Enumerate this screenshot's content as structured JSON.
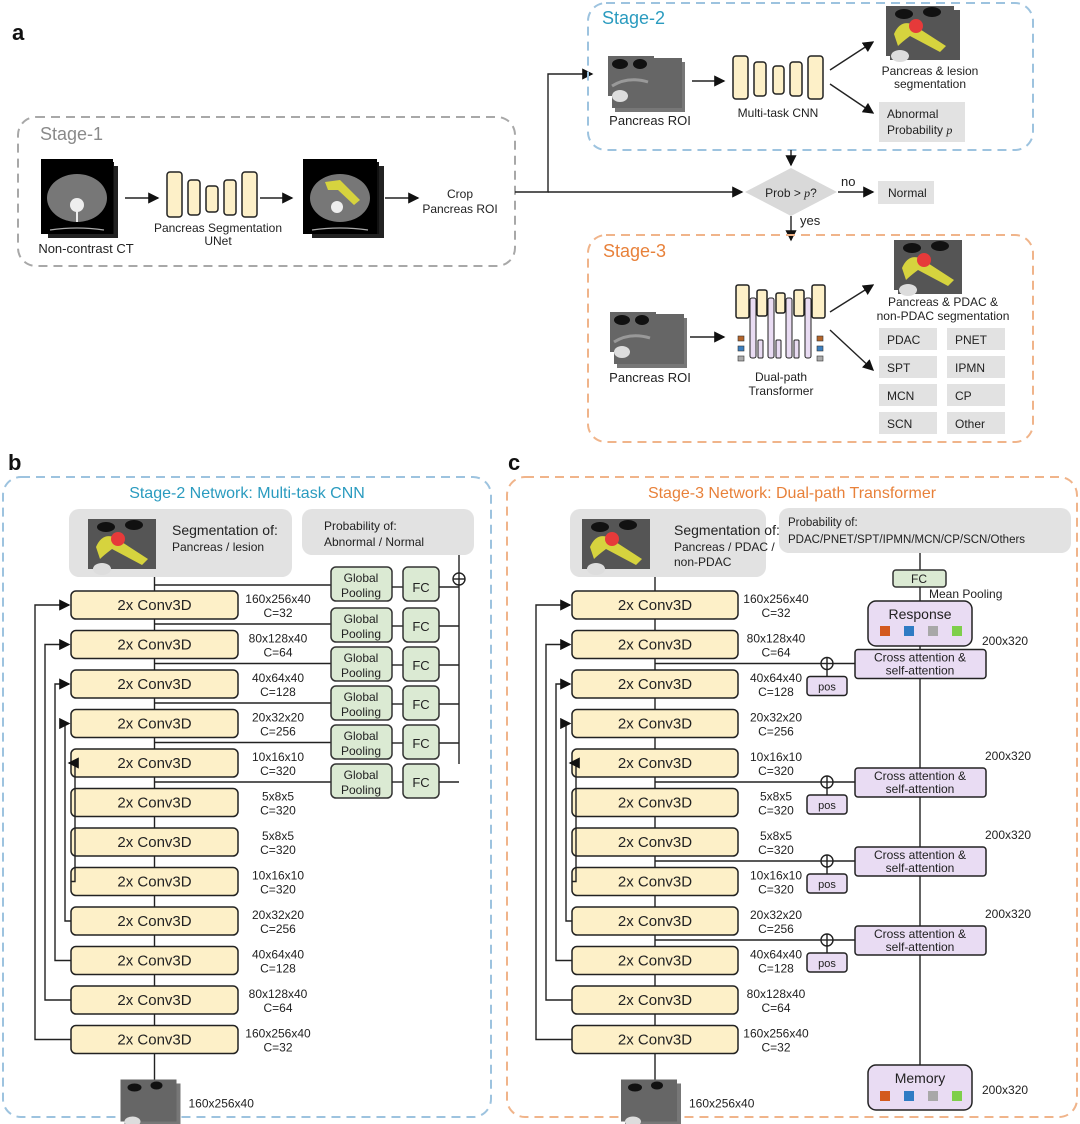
{
  "panels": {
    "a": {
      "letter": "a",
      "stage1": {
        "title": "Stage-1",
        "input_label": "Non-contrast CT",
        "unet_label_line1": "Pancreas Segmentation",
        "unet_label_line2": "UNet",
        "crop_line1": "Crop",
        "crop_line2": "Pancreas ROI"
      },
      "stage2": {
        "title": "Stage-2",
        "input_label": "Pancreas ROI",
        "net_label": "Multi-task CNN",
        "seg_line1": "Pancreas & lesion",
        "seg_line2": "segmentation",
        "prob_line1": "Abnormal",
        "prob_line2": "Probability",
        "prob_symbol": "p"
      },
      "decision": {
        "label": "Prob > ",
        "symbol": "p",
        "suffix": "?",
        "no_label": "no",
        "yes_label": "yes",
        "normal_label": "Normal"
      },
      "stage3": {
        "title": "Stage-3",
        "input_label": "Pancreas ROI",
        "net_line1": "Dual-path",
        "net_line2": "Transformer",
        "seg_line1": "Pancreas & PDAC &",
        "seg_line2": "non-PDAC segmentation",
        "classes": [
          "PDAC",
          "PNET",
          "SPT",
          "IPMN",
          "MCN",
          "CP",
          "SCN",
          "Other"
        ]
      }
    },
    "b": {
      "letter": "b",
      "title": "Stage-2 Network: Multi-task CNN",
      "seg_title": "Segmentation of:",
      "seg_sub": "Pancreas / lesion",
      "prob_title": "Probability of:",
      "prob_sub": "Abnormal / Normal",
      "conv_label": "2x Conv3D",
      "pool_line1": "Global",
      "pool_line2": "Pooling",
      "fc_label": "FC",
      "input_dims": "160x256x40",
      "layers": [
        {
          "dims": "160x256x40",
          "ch": "C=32"
        },
        {
          "dims": "80x128x40",
          "ch": "C=64"
        },
        {
          "dims": "40x64x40",
          "ch": "C=128"
        },
        {
          "dims": "20x32x20",
          "ch": "C=256"
        },
        {
          "dims": "10x16x10",
          "ch": "C=320"
        },
        {
          "dims": "5x8x5",
          "ch": "C=320"
        },
        {
          "dims": "5x8x5",
          "ch": "C=320"
        },
        {
          "dims": "10x16x10",
          "ch": "C=320"
        },
        {
          "dims": "20x32x20",
          "ch": "C=256"
        },
        {
          "dims": "40x64x40",
          "ch": "C=128"
        },
        {
          "dims": "80x128x40",
          "ch": "C=64"
        },
        {
          "dims": "160x256x40",
          "ch": "C=32"
        }
      ]
    },
    "c": {
      "letter": "c",
      "title": "Stage-3 Network: Dual-path Transformer",
      "seg_title": "Segmentation of:",
      "seg_sub1": "Pancreas / PDAC /",
      "seg_sub2": "non-PDAC",
      "prob_title": "Probability of:",
      "prob_sub": "PDAC/PNET/SPT/IPMN/MCN/CP/SCN/Others",
      "fc_label": "FC",
      "mean_pool_label": "Mean Pooling",
      "response_label": "Response",
      "memory_label": "Memory",
      "attn_line1": "Cross attention &",
      "attn_line2": "self-attention",
      "pos_label": "pos",
      "token_dims": "200x320",
      "conv_label": "2x Conv3D",
      "input_dims": "160x256x40",
      "token_colors": [
        "#d35a1e",
        "#2f7cc4",
        "#a8a8a8",
        "#7ecf4a"
      ],
      "layers": [
        {
          "dims": "160x256x40",
          "ch": "C=32"
        },
        {
          "dims": "80x128x40",
          "ch": "C=64"
        },
        {
          "dims": "40x64x40",
          "ch": "C=128"
        },
        {
          "dims": "20x32x20",
          "ch": "C=256"
        },
        {
          "dims": "10x16x10",
          "ch": "C=320"
        },
        {
          "dims": "5x8x5",
          "ch": "C=320"
        },
        {
          "dims": "5x8x5",
          "ch": "C=320"
        },
        {
          "dims": "10x16x10",
          "ch": "C=320"
        },
        {
          "dims": "20x32x20",
          "ch": "C=256"
        },
        {
          "dims": "40x64x40",
          "ch": "C=128"
        },
        {
          "dims": "80x128x40",
          "ch": "C=64"
        },
        {
          "dims": "160x256x40",
          "ch": "C=32"
        }
      ]
    }
  },
  "colors": {
    "stage1_border": "#a8a8a8",
    "stage1_title": "#8a8a8a",
    "stage2_border": "#9dc3df",
    "stage2_title": "#2a9bbf",
    "stage3_border": "#f0b48a",
    "stage3_title": "#e8813a"
  }
}
